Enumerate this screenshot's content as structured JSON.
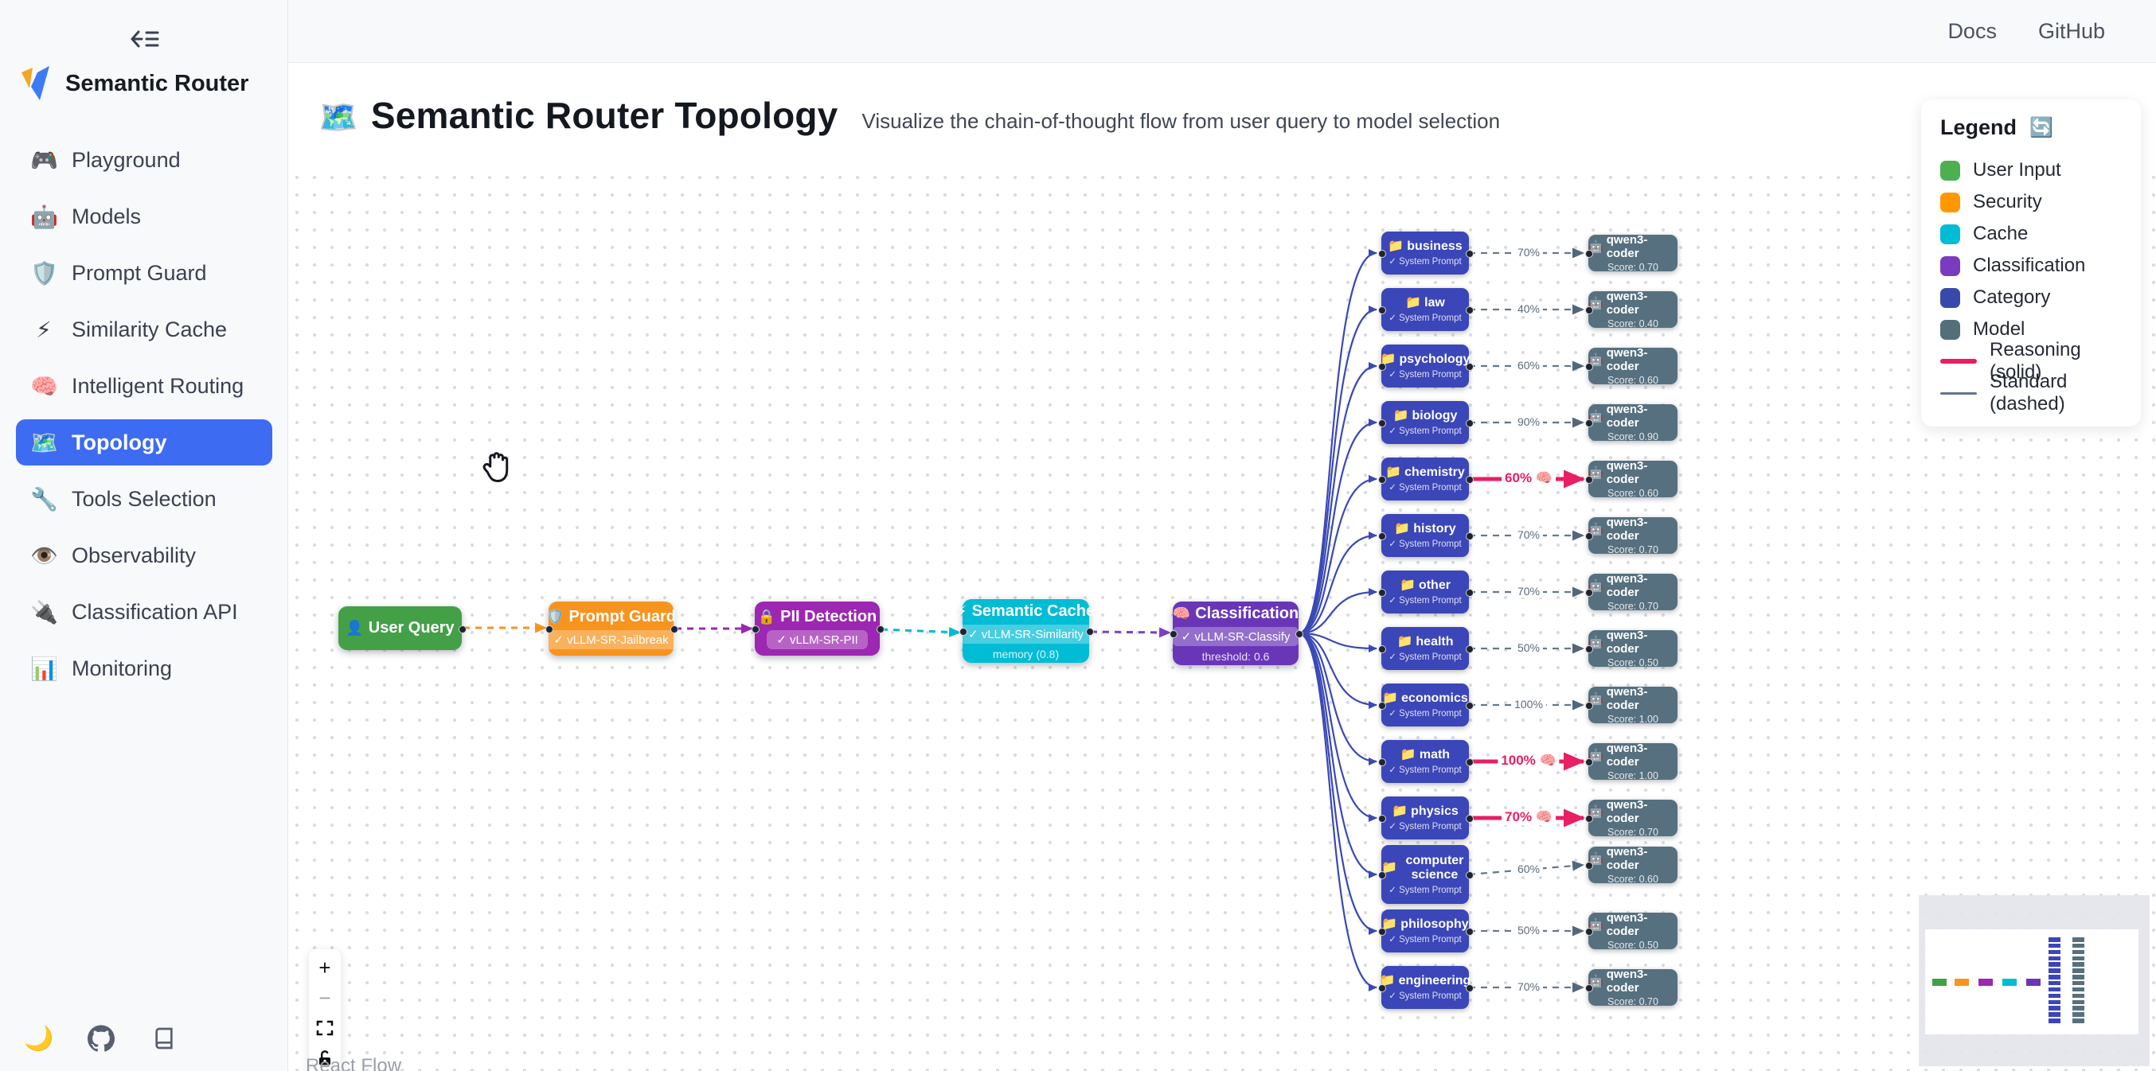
{
  "sidebar": {
    "brand": "Semantic Router",
    "collapse_icon": "sidebar-collapse",
    "items": [
      {
        "icon": "🎮",
        "label": "Playground",
        "active": false
      },
      {
        "icon": "🤖",
        "label": "Models",
        "active": false
      },
      {
        "icon": "🛡️",
        "label": "Prompt Guard",
        "active": false
      },
      {
        "icon": "⚡",
        "label": "Similarity Cache",
        "active": false
      },
      {
        "icon": "🧠",
        "label": "Intelligent Routing",
        "active": false
      },
      {
        "icon": "🗺️",
        "label": "Topology",
        "active": true
      },
      {
        "icon": "🔧",
        "label": "Tools Selection",
        "active": false
      },
      {
        "icon": "👁️",
        "label": "Observability",
        "active": false
      },
      {
        "icon": "🔌",
        "label": "Classification API",
        "active": false
      },
      {
        "icon": "📊",
        "label": "Monitoring",
        "active": false
      }
    ],
    "footer_icons": [
      "theme-moon",
      "github",
      "docs-book"
    ],
    "moon_icon": "🌙",
    "active_color": "#3d6bf2"
  },
  "topbar": {
    "links": [
      "Docs",
      "GitHub"
    ]
  },
  "header": {
    "icon": "🗺️",
    "title": "Semantic Router Topology",
    "subtitle": "Visualize the chain-of-thought flow from user query to model selection"
  },
  "legend": {
    "title": "Legend",
    "refresh_icon": "🔄",
    "items": [
      {
        "label": "User Input",
        "color": "#4CAF50"
      },
      {
        "label": "Security",
        "color": "#FF9800"
      },
      {
        "label": "Cache",
        "color": "#00BCD4"
      },
      {
        "label": "Classification",
        "color": "#7B3BBE"
      },
      {
        "label": "Category",
        "color": "#3949AB"
      },
      {
        "label": "Model",
        "color": "#546E7A"
      }
    ],
    "lines": [
      {
        "label": "Reasoning (solid)",
        "color": "#E91E63",
        "style": "solid"
      },
      {
        "label": "Standard (dashed)",
        "color": "#64748B",
        "style": "dashed"
      }
    ]
  },
  "flow": {
    "pipeline": [
      {
        "id": "user-query",
        "icon": "👤",
        "title": "User Query",
        "badge": "",
        "sub": "",
        "color": "#43A047"
      },
      {
        "id": "prompt-guard",
        "icon": "🛡️",
        "title": "Prompt Guard",
        "badge": "✓ vLLM-SR-Jailbreak",
        "sub": "",
        "color": "#F7941E"
      },
      {
        "id": "pii-detection",
        "icon": "🔒",
        "title": "PII Detection",
        "badge": "✓ vLLM-SR-PII",
        "sub": "",
        "color": "#9C27B0"
      },
      {
        "id": "semantic-cache",
        "icon": "⚡",
        "title": "Semantic Cache",
        "badge": "✓ vLLM-SR-Similarity",
        "sub": "memory (0.8)",
        "color": "#00BCD4"
      },
      {
        "id": "classification",
        "icon": "🧠",
        "title": "Classification",
        "badge": "✓ vLLM-SR-Classify",
        "sub": "threshold: 0.6",
        "color": "#6A36B8"
      }
    ],
    "pipeline_edge_colors": [
      "#F7941E",
      "#9C27B0",
      "#00BCD4",
      "#8040C0"
    ],
    "category_icon": "📁",
    "category_sub": "✓ System Prompt",
    "category_color": "#3B46B8",
    "model_icon": "🤖",
    "model_name": "qwen3-coder",
    "model_color": "#56707F",
    "fan_edge_color": "#3A49B5",
    "standard_edge_color": "#64788A",
    "reasoning_edge_color": "#E91E63",
    "reasoning_suffix": "🧠",
    "categories": [
      {
        "label": "business",
        "match": "70%",
        "score": "Score: 0.70",
        "reasoning": false
      },
      {
        "label": "law",
        "match": "40%",
        "score": "Score: 0.40",
        "reasoning": false
      },
      {
        "label": "psychology",
        "match": "60%",
        "score": "Score: 0.60",
        "reasoning": false
      },
      {
        "label": "biology",
        "match": "90%",
        "score": "Score: 0.90",
        "reasoning": false
      },
      {
        "label": "chemistry",
        "match": "60%",
        "score": "Score: 0.60",
        "reasoning": true
      },
      {
        "label": "history",
        "match": "70%",
        "score": "Score: 0.70",
        "reasoning": false
      },
      {
        "label": "other",
        "match": "70%",
        "score": "Score: 0.70",
        "reasoning": false
      },
      {
        "label": "health",
        "match": "50%",
        "score": "Score: 0.50",
        "reasoning": false
      },
      {
        "label": "economics",
        "match": "100%",
        "score": "Score: 1.00",
        "reasoning": false
      },
      {
        "label": "math",
        "match": "100%",
        "score": "Score: 1.00",
        "reasoning": true
      },
      {
        "label": "physics",
        "match": "70%",
        "score": "Score: 0.70",
        "reasoning": true
      },
      {
        "label": "computer science",
        "match": "60%",
        "score": "Score: 0.60",
        "reasoning": false
      },
      {
        "label": "philosophy",
        "match": "50%",
        "score": "Score: 0.50",
        "reasoning": false
      },
      {
        "label": "engineering",
        "match": "70%",
        "score": "Score: 0.70",
        "reasoning": false
      }
    ]
  },
  "controls": {
    "zoom_in_label": "+",
    "zoom_out_label": "−"
  },
  "attribution": "React Flow"
}
